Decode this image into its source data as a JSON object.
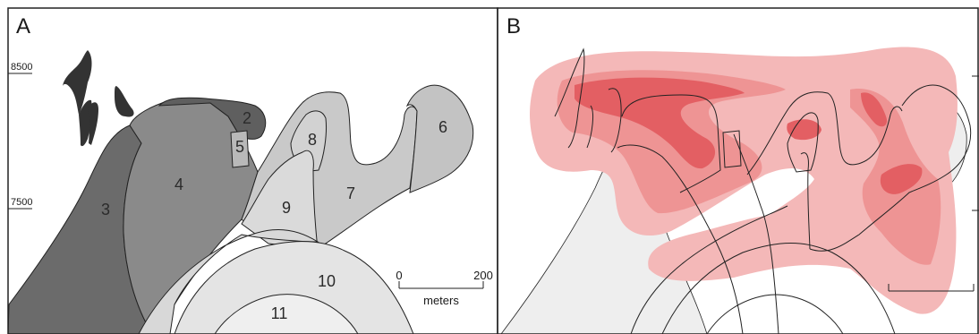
{
  "panels": {
    "left": {
      "letter": "A"
    },
    "right": {
      "letter": "B"
    }
  },
  "axis": {
    "y_ticks": [
      "8500",
      "7500"
    ]
  },
  "scale_bar": {
    "start": "0",
    "end": "200",
    "unit": "meters"
  },
  "regions": [
    {
      "id": "2",
      "shade": "#5f5f5f"
    },
    {
      "id": "3",
      "shade": "#6b6b6b"
    },
    {
      "id": "4",
      "shade": "#8a8a8a"
    },
    {
      "id": "5",
      "shade": "#b9b9b9"
    },
    {
      "id": "6",
      "shade": "#c3c3c3"
    },
    {
      "id": "7",
      "shade": "#c9c9c9"
    },
    {
      "id": "8",
      "shade": "#d2d2d2"
    },
    {
      "id": "9",
      "shade": "#dadada"
    },
    {
      "id": "10",
      "shade": "#e4e4e4"
    },
    {
      "id": "11",
      "shade": "#efefef"
    }
  ],
  "colors": {
    "dark_fragments": "#333333",
    "heat_light": "#f4b8b8",
    "heat_mid": "#ee9494",
    "heat_strong": "#e35f63",
    "base_fill": "#eeeeee"
  }
}
